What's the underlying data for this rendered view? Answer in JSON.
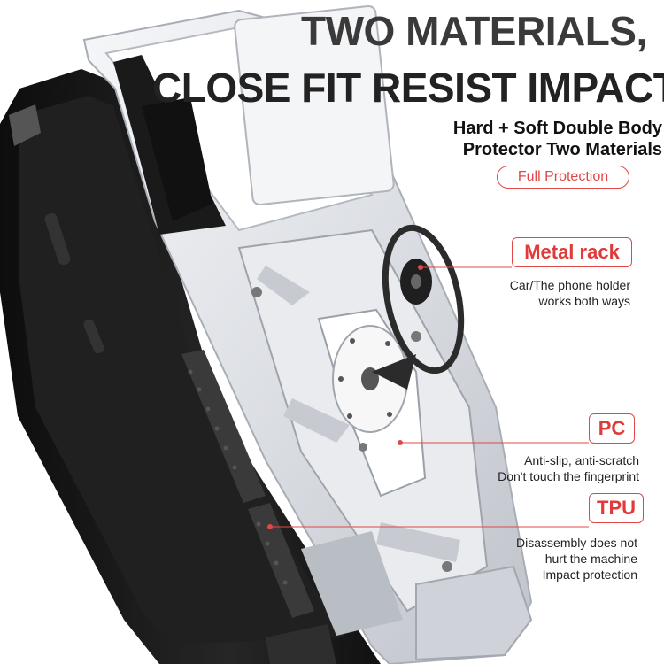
{
  "headline": {
    "line1": "TWO MATERIALS,",
    "line2": "CLOSE FIT RESIST IMPACT"
  },
  "subheading": {
    "line1": "Hard + Soft Double Body",
    "line2": "Protector Two Materials"
  },
  "badge": "Full Protection",
  "features": [
    {
      "title": "Metal rack",
      "lines": [
        "Car/The phone holder",
        "works both ways"
      ]
    },
    {
      "title": "PC",
      "lines": [
        "Anti-slip, anti-scratch",
        "Don't touch the fingerprint"
      ]
    },
    {
      "title": "TPU",
      "lines": [
        "Disassembly does not",
        "hurt the machine",
        "Impact protection"
      ]
    }
  ],
  "colors": {
    "accent": "#e04848",
    "case_black": "#1c1c1c",
    "case_silver": "#e4e6ea",
    "headline": "#2a2a2a"
  }
}
